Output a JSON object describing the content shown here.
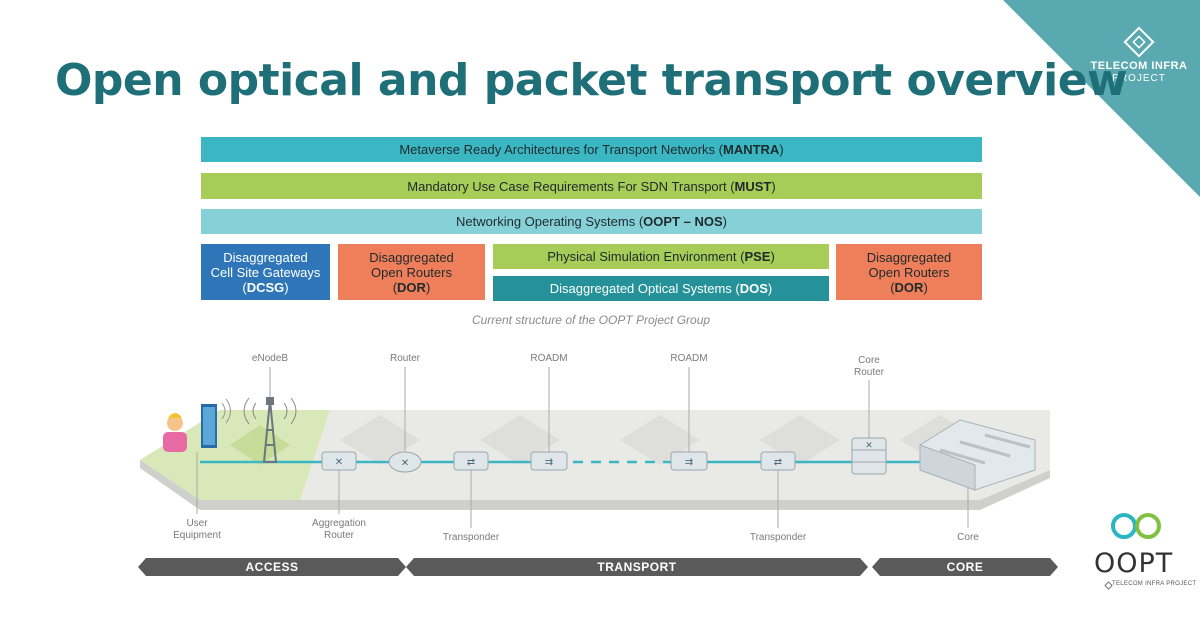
{
  "title": "Open optical and packet transport overview",
  "brand": {
    "line1": "TELECOM INFRA",
    "line2": "PROJECT"
  },
  "stack": {
    "mantra": {
      "text": "Metaverse Ready Architectures for Transport Networks (",
      "bold": "MANTRA",
      "close": ")"
    },
    "must": {
      "text": "Mandatory Use Case Requirements For SDN Transport (",
      "bold": "MUST",
      "close": ")"
    },
    "nos": {
      "text": "Networking Operating Systems (",
      "bold": "OOPT – NOS",
      "close": ")"
    },
    "dcsg": {
      "line1": "Disaggregated",
      "line2": "Cell Site Gateways",
      "bold": "DCSG"
    },
    "dor_left": {
      "line1": "Disaggregated",
      "line2": "Open Routers",
      "bold": "DOR"
    },
    "pse": {
      "text": "Physical Simulation Environment (",
      "bold": "PSE",
      "close": ")"
    },
    "dos": {
      "text": "Disaggregated Optical Systems (",
      "bold": "DOS",
      "close": ")"
    },
    "dor_right": {
      "line1": "Disaggregated",
      "line2": "Open Routers",
      "bold": "DOR"
    }
  },
  "caption": "Current structure of the OOPT Project Group",
  "labels": {
    "enodeb": "eNodeB",
    "router": "Router",
    "roadm1": "ROADM",
    "roadm2": "ROADM",
    "core_router_1": "Core",
    "core_router_2": "Router",
    "user_1": "User",
    "user_2": "Equipment",
    "agg_1": "Aggregation",
    "agg_2": "Router",
    "transponder1": "Transponder",
    "transponder2": "Transponder",
    "core": "Core"
  },
  "segments": {
    "access": "ACCESS",
    "transport": "TRANSPORT",
    "core": "CORE"
  },
  "oopt": {
    "name": "OOPT",
    "sub": "TELECOM INFRA PROJECT"
  },
  "colors": {
    "title": "#1f6f78",
    "corner": "#5aa8b0",
    "mantra": "#3bb7c4",
    "must": "#a7cc58",
    "nos": "#86d1d8",
    "dcsg": "#2f76b8",
    "dor": "#ef7f5a",
    "pse": "#a7cc58",
    "dos": "#25929a",
    "segment": "#5a5a5a",
    "link": "#3bb7c4"
  }
}
